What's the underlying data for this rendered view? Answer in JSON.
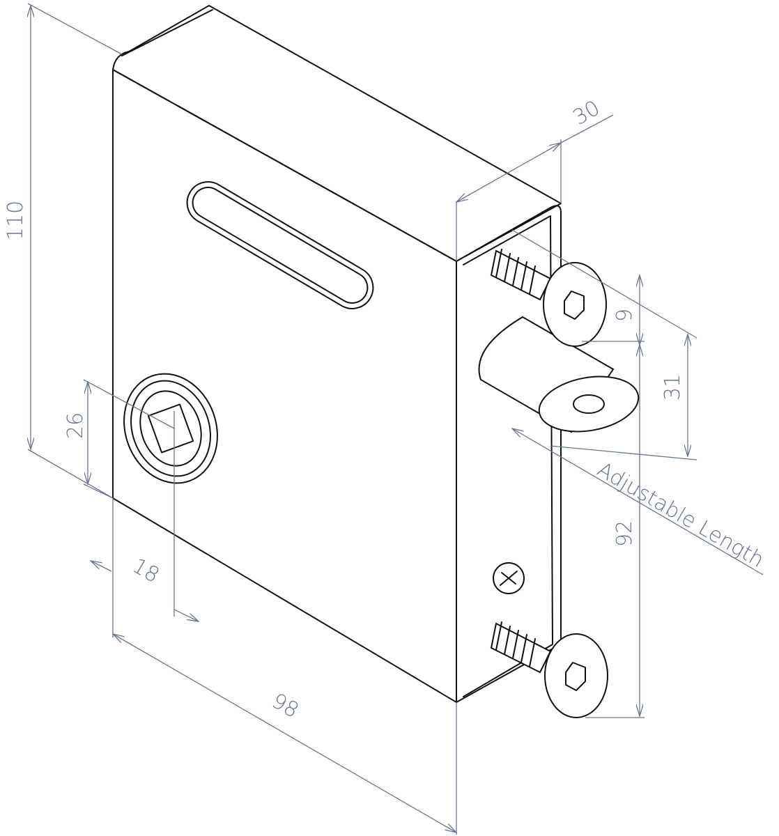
{
  "dimensions": {
    "height_total": "110",
    "depth": "30",
    "screw_offset": "9",
    "pin_offset": "31",
    "screw_spacing": "92",
    "adjustable": "Adjustable Length",
    "key_height": "26",
    "key_offset": "18",
    "width": "98"
  },
  "colors": {
    "line": "#111111",
    "dimension": "#6a7590"
  }
}
